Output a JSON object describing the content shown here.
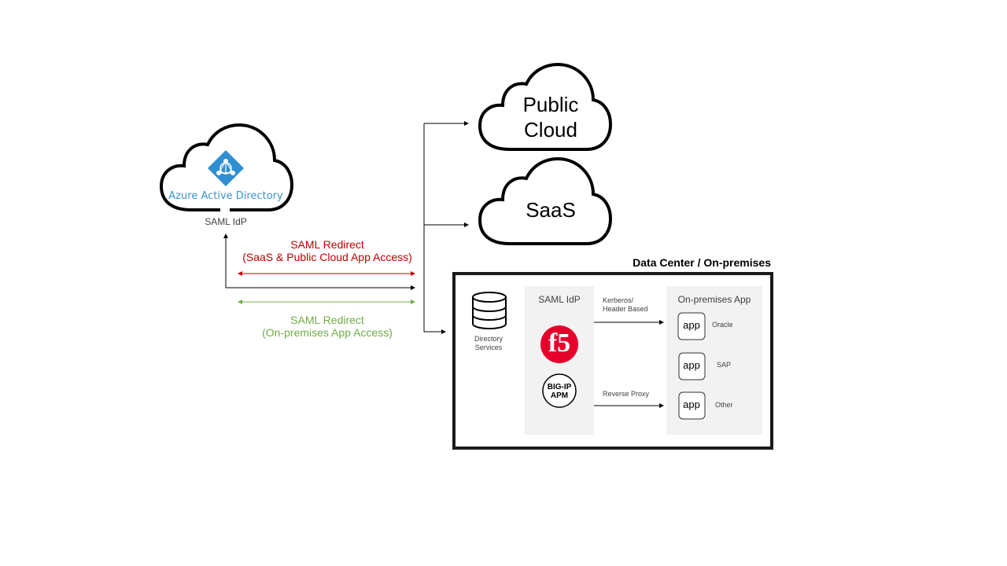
{
  "azure": {
    "name": "Azure Active Directory",
    "role": "SAML IdP"
  },
  "clouds": {
    "public_cloud": [
      "Public",
      "Cloud"
    ],
    "saas": "SaaS"
  },
  "redirect_saas": {
    "line1": "SAML Redirect",
    "line2": "(SaaS & Public Cloud App Access)",
    "color": "#c00000"
  },
  "redirect_onprem": {
    "line1": "SAML Redirect",
    "line2": "(On-premises App Access)",
    "color": "#70ad47"
  },
  "datacenter": {
    "title": "Data Center / On-premises",
    "directory": [
      "Directory",
      "Services"
    ],
    "idp_panel": {
      "title": "SAML IdP",
      "logo": "f5",
      "product": [
        "BIG-IP",
        "APM"
      ]
    },
    "flows": {
      "kerberos": [
        "Kerberos/",
        "Header Based"
      ],
      "reverse_proxy": "Reverse Proxy"
    },
    "apps_panel": {
      "title": "On-premises App",
      "apps": [
        {
          "icon": "app",
          "name": "Oracle"
        },
        {
          "icon": "app",
          "name": "SAP"
        },
        {
          "icon": "app",
          "name": "Other"
        }
      ]
    }
  }
}
